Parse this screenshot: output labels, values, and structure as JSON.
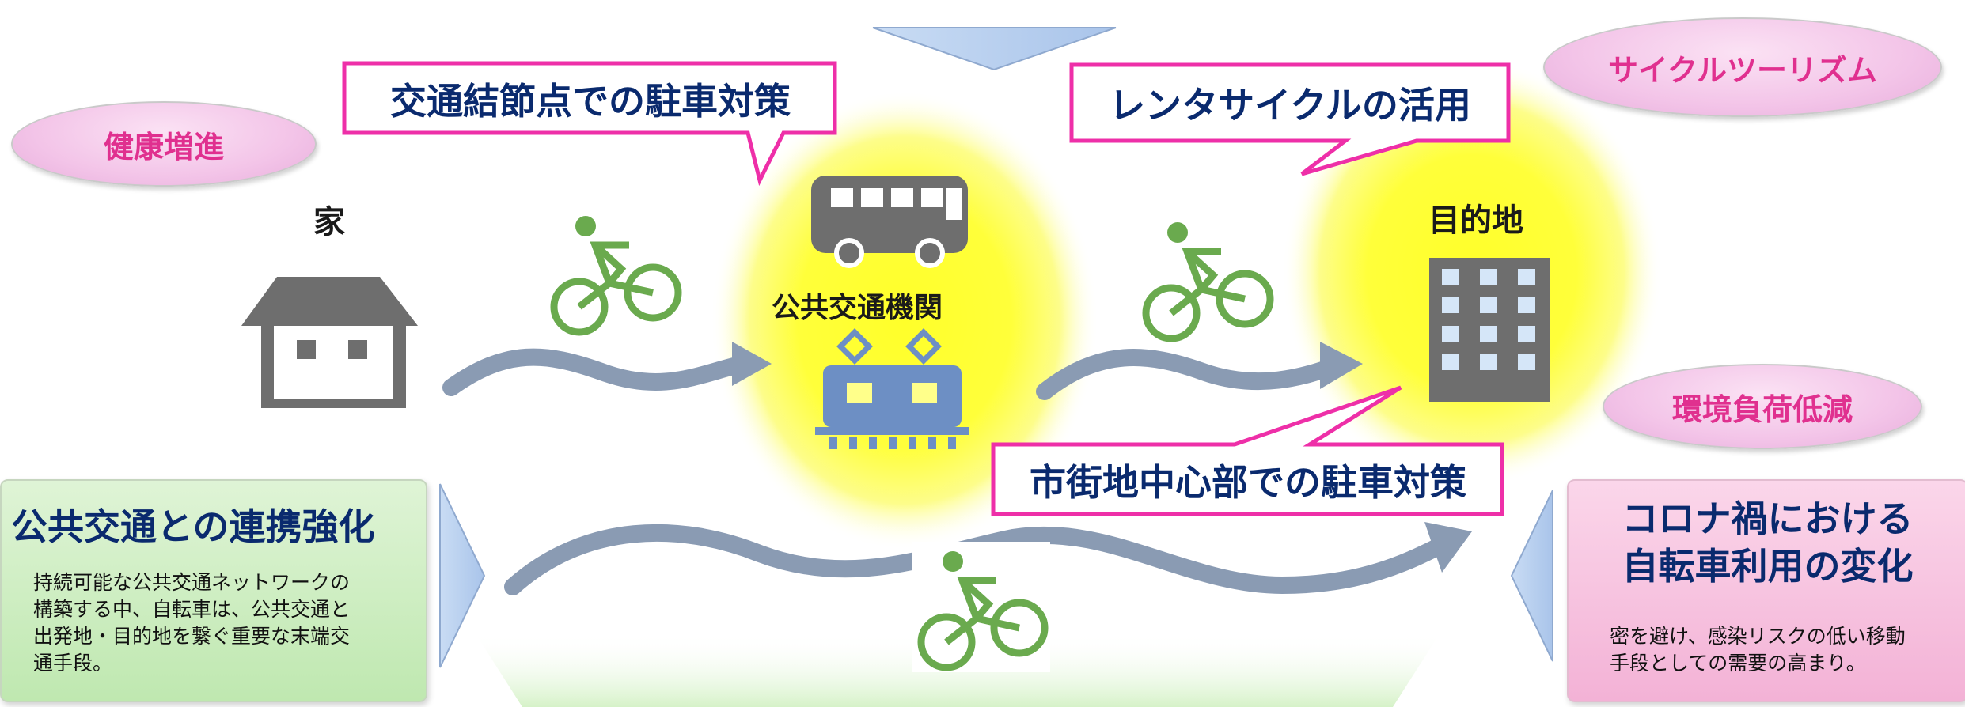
{
  "badges": {
    "health": "健康増進",
    "cycle_tourism": "サイクルツーリズム",
    "environment": "環境負荷低減"
  },
  "callouts": {
    "node_parking": "交通結節点での駐車対策",
    "rental_cycle": "レンタサイクルの活用",
    "downtown_parking": "市街地中心部での駐車対策"
  },
  "places": {
    "home": "家",
    "public_transport": "公共交通機関",
    "destination": "目的地"
  },
  "left_panel": {
    "title": "公共交通との連携強化",
    "body": [
      "持続可能な公共交通ネットワークの",
      "構築する中、自転車は、公共交通と",
      "出発地・目的地を繋ぐ重要な末端交",
      "通手段。"
    ]
  },
  "right_panel": {
    "title_lines": [
      "コロナ禍における",
      "自転車利用の変化"
    ],
    "body": [
      "密を避け、感染リスクの低い移動",
      "手段としての需要の高まり。"
    ]
  },
  "colors": {
    "navy_text": "#0a2a6e",
    "pink_accent": "#e0308f",
    "glow_yellow": "#ffff33",
    "cyclist_green": "#6aaa4e",
    "arrow_blue_gray": "#8a9bb3",
    "train_blue": "#6d8fc4",
    "icon_gray": "#6e6e6e"
  },
  "icons": [
    "house-icon",
    "bus-icon",
    "train-icon",
    "building-icon",
    "cyclist-icon"
  ]
}
